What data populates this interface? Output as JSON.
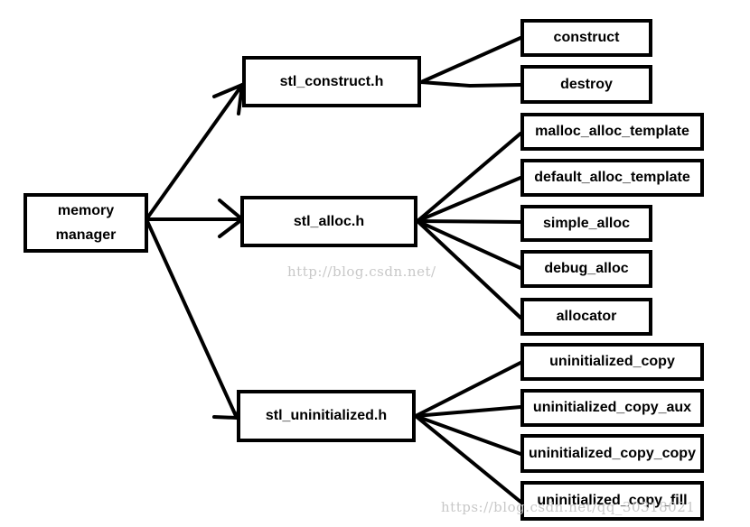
{
  "root": {
    "line1": "memory",
    "line2": "manager"
  },
  "headers": [
    {
      "label": "stl_construct.h"
    },
    {
      "label": "stl_alloc.h"
    },
    {
      "label": "stl_uninitialized.h"
    }
  ],
  "construct_children": [
    {
      "label": "construct"
    },
    {
      "label": "destroy"
    }
  ],
  "alloc_children": [
    {
      "label": "malloc_alloc_template"
    },
    {
      "label": "default_alloc_template"
    },
    {
      "label": "simple_alloc"
    },
    {
      "label": "debug_alloc"
    },
    {
      "label": "allocator"
    }
  ],
  "uninit_children": [
    {
      "label": "uninitialized_copy"
    },
    {
      "label": "uninitialized_copy_aux"
    },
    {
      "label": "uninitialized_copy_copy"
    },
    {
      "label": "uninitialized_copy_fill"
    }
  ],
  "watermarks": {
    "center": "http://blog.csdn.net/",
    "bottom": "https://blog.csdn.net/qq_30318021"
  },
  "colors": {
    "stroke": "#000000",
    "background": "#ffffff",
    "watermark": "#c8c8c8"
  }
}
